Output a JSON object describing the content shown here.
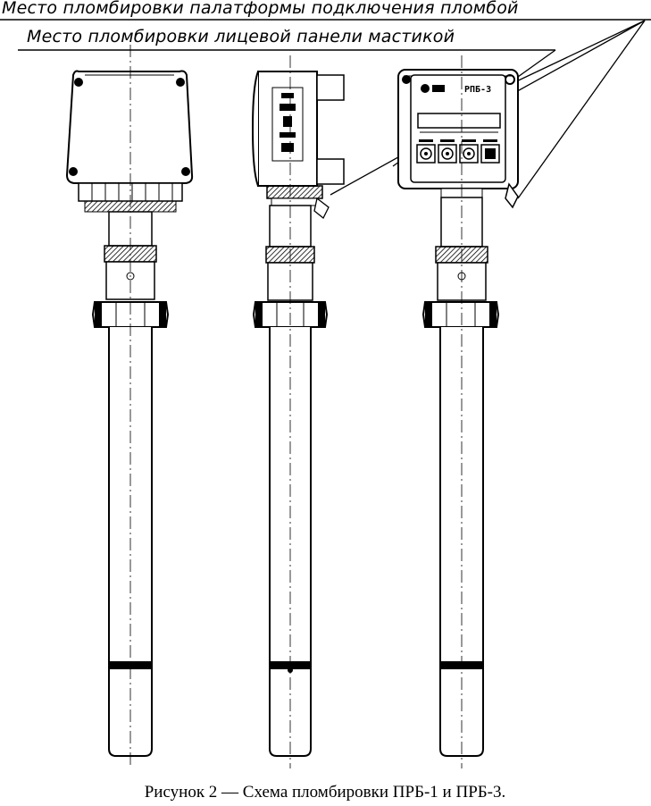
{
  "labels": {
    "platform_seal": "Место пломбировки палатформы подключения пломбой",
    "panel_seal": "Место пломбировки лицевой панели мастикой"
  },
  "front_panel": {
    "display_text": "РПБ-3"
  },
  "caption": "Рисунок 2 — Схема пломбировки ПРБ-1 и ПРБ-3."
}
